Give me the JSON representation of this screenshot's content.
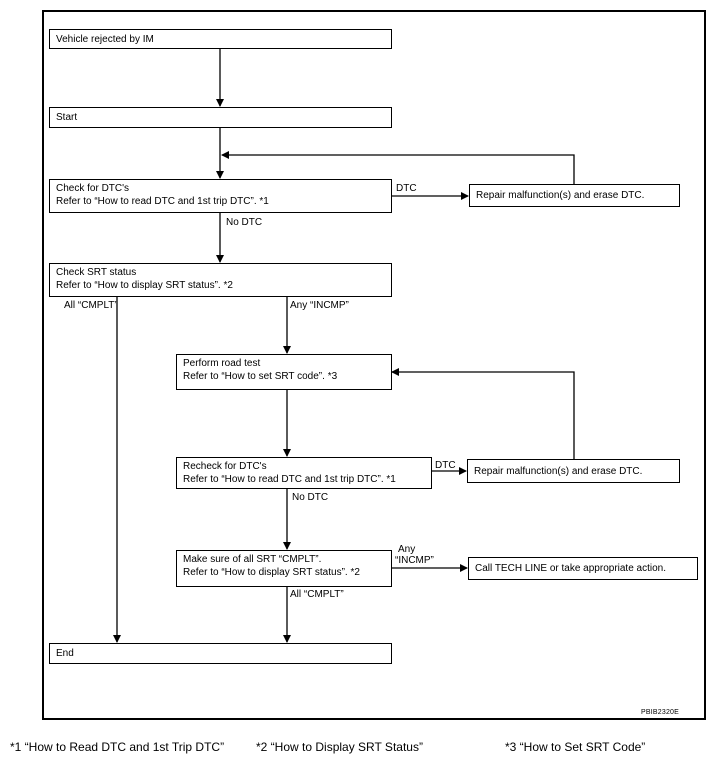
{
  "boxes": {
    "rejected": "Vehicle rejected by IM",
    "start": "Start",
    "check_dtc_line1": "Check for DTC's",
    "check_dtc_line2": "Refer to “How to read DTC and 1st trip DTC”. *1",
    "repair1": "Repair malfunction(s) and erase DTC.",
    "check_srt_line1": "Check SRT status",
    "check_srt_line2": "Refer to “How to display SRT status”. *2",
    "road_test_line1": "Perform road test",
    "road_test_line2": "Refer to “How to set SRT code”. *3",
    "recheck_line1": "Recheck for DTC's",
    "recheck_line2": "Refer to “How to read DTC and 1st trip DTC”. *1",
    "repair2": "Repair malfunction(s) and erase DTC.",
    "make_sure_line1": "Make sure of all SRT “CMPLT”.",
    "make_sure_line2": "Refer to “How to display SRT status”. *2",
    "tech_line": "Call TECH LINE or take appropriate action.",
    "end": "End"
  },
  "labels": {
    "dtc1": "DTC",
    "no_dtc1": "No DTC",
    "all_cmplt1": "All “CMPLT”",
    "any_incmp1": "Any “INCMP”",
    "dtc2": "DTC",
    "no_dtc2": "No DTC",
    "any_incmp2_line1": "Any",
    "any_incmp2_line2": "“INCMP”",
    "all_cmplt2": "All “CMPLT”"
  },
  "figure_code": "PBIB2320E",
  "footnotes": {
    "n1": "*1   “How to Read DTC and 1st Trip DTC”",
    "n2": "*2   “How to Display SRT Status”",
    "n3": "*3   “How to Set SRT Code”"
  }
}
